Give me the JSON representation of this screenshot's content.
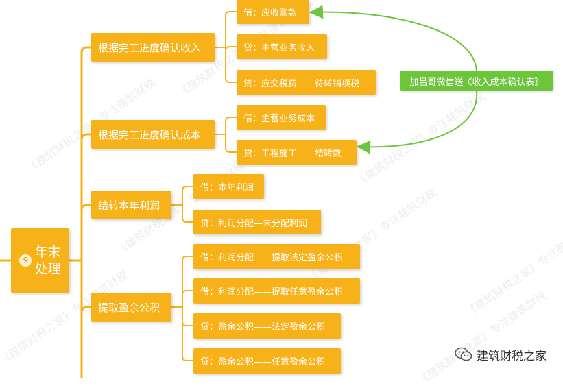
{
  "root": {
    "number": "9",
    "label": "年末\n处理"
  },
  "branches": [
    {
      "label": "根据完工进度确认收入",
      "leaves": [
        "借：应收账款",
        "贷：主营业务收入",
        "贷：应交税费——待转销项税"
      ]
    },
    {
      "label": "根据完工进度确认成本",
      "leaves": [
        "借：主营业务成本",
        "贷：工程施工——结转数"
      ]
    },
    {
      "label": "结转本年利润",
      "leaves": [
        "借：本年利润",
        "贷：利润分配—未分配利润"
      ]
    },
    {
      "label": "提取盈余公积",
      "leaves": [
        "借：利润分配——提取法定盈余公积",
        "借：利润分配——提取任意盈余公积",
        "贷：盈余公积——法定盈余公积",
        "贷：盈余公积——任意盈余公积"
      ]
    }
  ],
  "note": {
    "label": "加吕哥微信送《收入成本确认表》"
  },
  "watermark": "《建筑财税之家》专注建筑财税",
  "brand": {
    "label": "建筑财税之家"
  },
  "colors": {
    "node": "#f7b21a",
    "note": "#6dc53c",
    "connector": "#f7b21a",
    "arrow": "#6dc53c"
  }
}
